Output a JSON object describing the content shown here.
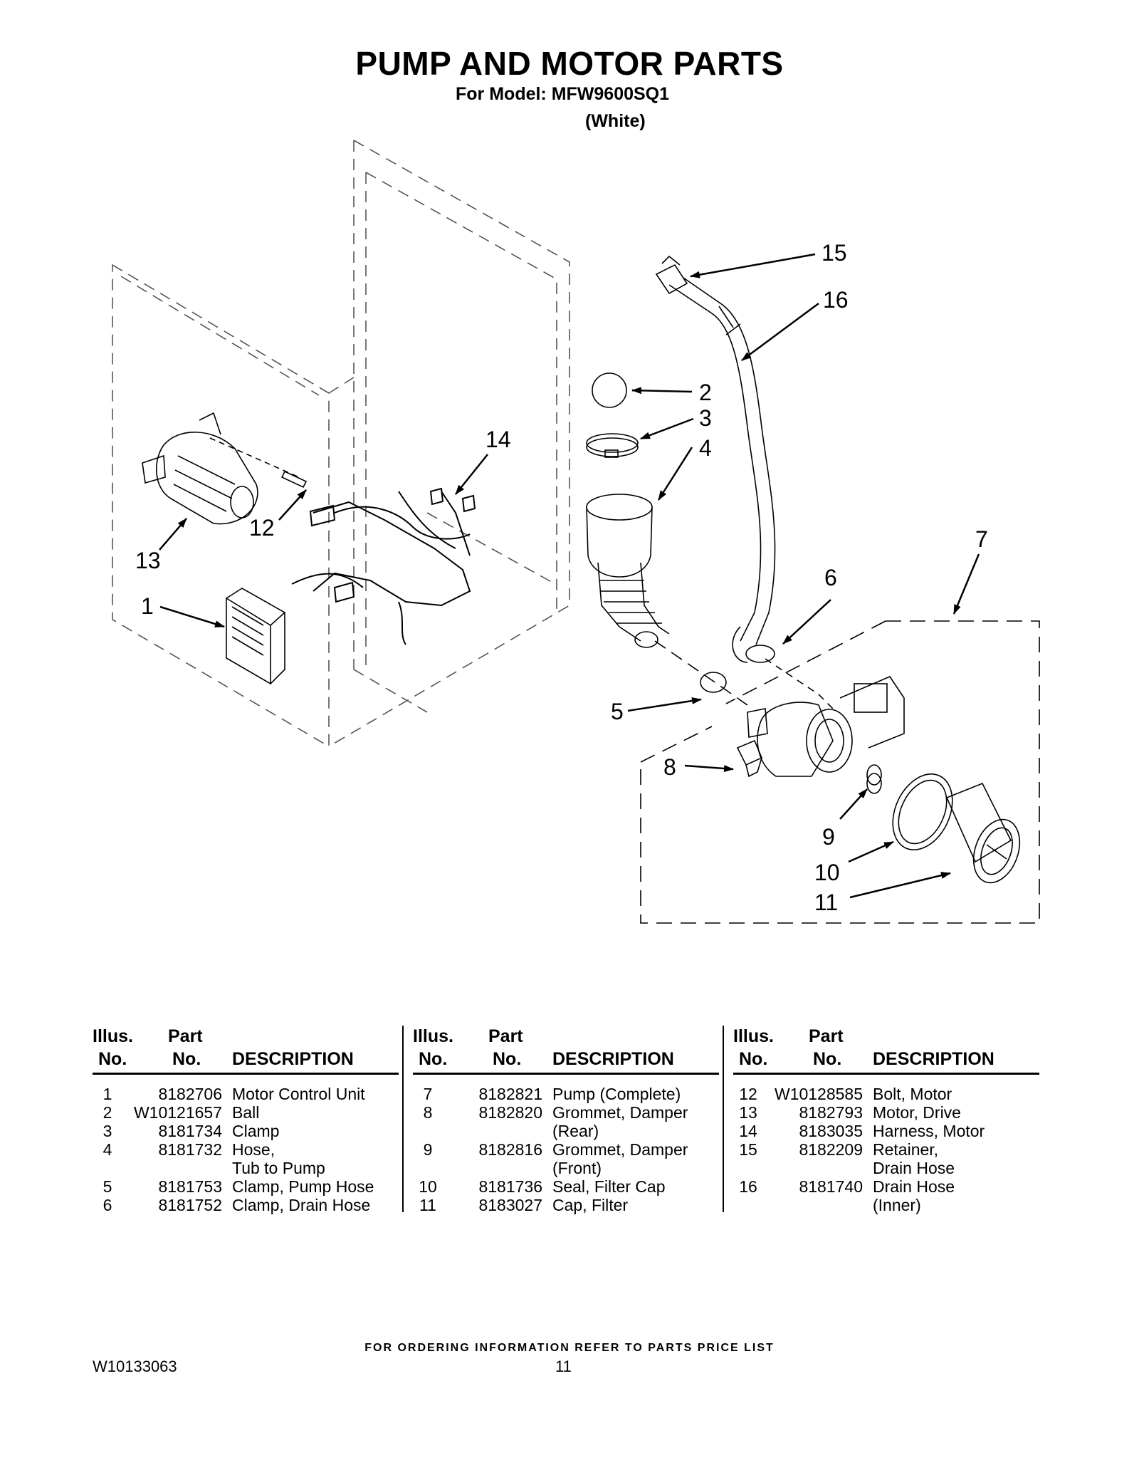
{
  "header": {
    "title": "PUMP AND MOTOR PARTS",
    "model": "For Model: MFW9600SQ1",
    "color": "(White)"
  },
  "diagram": {
    "callouts": [
      "1",
      "2",
      "3",
      "4",
      "5",
      "6",
      "7",
      "8",
      "9",
      "10",
      "11",
      "12",
      "13",
      "14",
      "15",
      "16"
    ]
  },
  "table": {
    "headers": {
      "illus_1": "Illus.",
      "illus_2": "No.",
      "part_1": "Part",
      "part_2": "No.",
      "description": "DESCRIPTION"
    },
    "columns": [
      [
        {
          "no": "1",
          "part": "8182706",
          "desc": "Motor Control Unit"
        },
        {
          "no": "2",
          "part": "W10121657",
          "desc": "Ball"
        },
        {
          "no": "3",
          "part": "8181734",
          "desc": "Clamp"
        },
        {
          "no": "4",
          "part": "8181732",
          "desc": "Hose,"
        },
        {
          "no": "",
          "part": "",
          "desc": "Tub to Pump"
        },
        {
          "no": "5",
          "part": "8181753",
          "desc": "Clamp, Pump Hose"
        },
        {
          "no": "6",
          "part": "8181752",
          "desc": "Clamp, Drain Hose"
        }
      ],
      [
        {
          "no": "7",
          "part": "8182821",
          "desc": "Pump (Complete)"
        },
        {
          "no": "8",
          "part": "8182820",
          "desc": "Grommet, Damper"
        },
        {
          "no": "",
          "part": "",
          "desc": "(Rear)"
        },
        {
          "no": "9",
          "part": "8182816",
          "desc": "Grommet, Damper"
        },
        {
          "no": "",
          "part": "",
          "desc": "(Front)"
        },
        {
          "no": "10",
          "part": "8181736",
          "desc": "Seal, Filter Cap"
        },
        {
          "no": "11",
          "part": "8183027",
          "desc": "Cap, Filter"
        }
      ],
      [
        {
          "no": "12",
          "part": "W10128585",
          "desc": "Bolt, Motor"
        },
        {
          "no": "13",
          "part": "8182793",
          "desc": "Motor, Drive"
        },
        {
          "no": "14",
          "part": "8183035",
          "desc": "Harness, Motor"
        },
        {
          "no": "15",
          "part": "8182209",
          "desc": "Retainer,"
        },
        {
          "no": "",
          "part": "",
          "desc": "Drain Hose"
        },
        {
          "no": "16",
          "part": "8181740",
          "desc": "Drain Hose"
        },
        {
          "no": "",
          "part": "",
          "desc": "(Inner)"
        }
      ]
    ]
  },
  "footer": {
    "note": "FOR ORDERING INFORMATION REFER TO PARTS PRICE LIST",
    "doc_number": "W10133063",
    "page": "11"
  }
}
